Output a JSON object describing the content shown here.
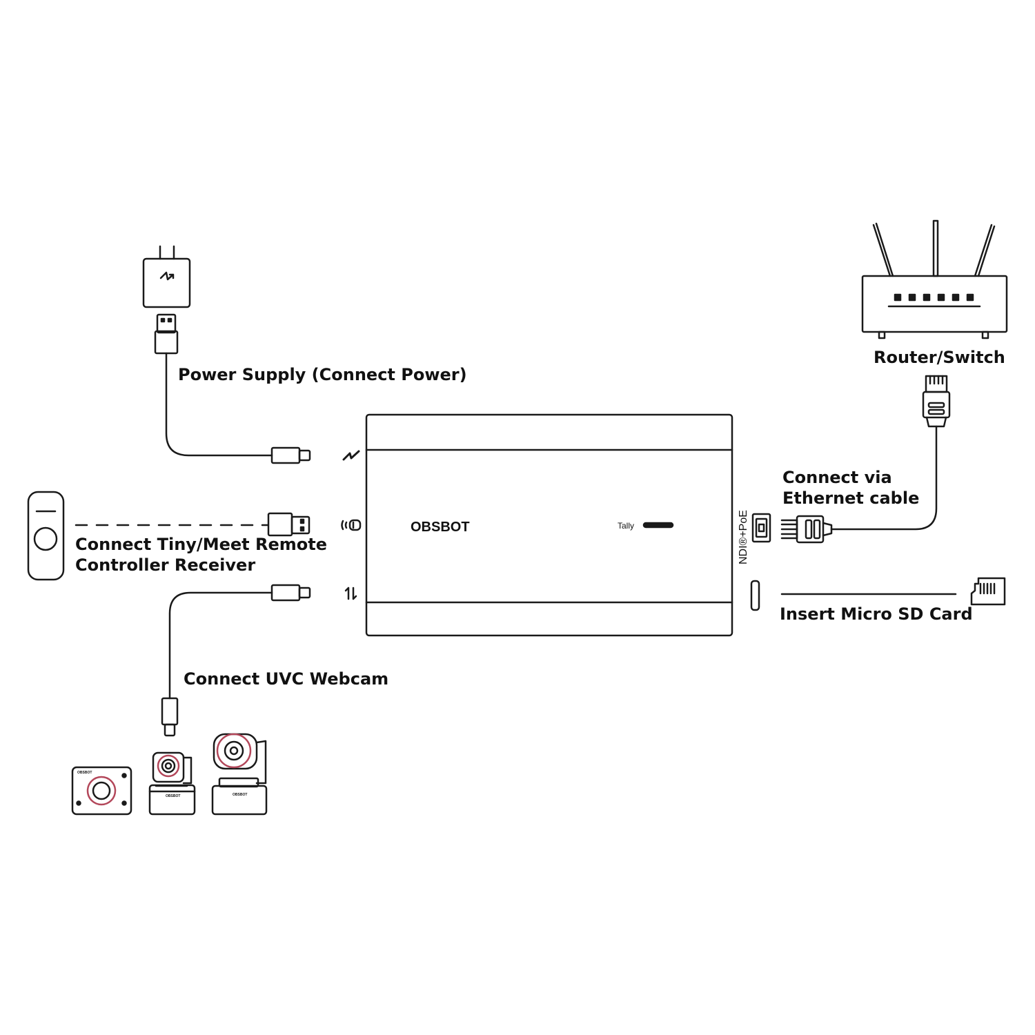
{
  "labels": {
    "power_supply": "Power Supply (Connect Power)",
    "remote_receiver_line1": "Connect Tiny/Meet Remote",
    "remote_receiver_line2": "Controller Receiver",
    "uvc_webcam": "Connect  UVC Webcam",
    "router_switch": "Router/Switch",
    "ethernet_line1": "Connect via",
    "ethernet_line2": "Ethernet cable",
    "micro_sd": "Insert Micro SD Card"
  },
  "device": {
    "brand": "OBSBOT",
    "tally_label": "Tally",
    "ndi_port_label": "NDI®+PoE"
  },
  "webcams": {
    "brand_label": "OBSBOT"
  },
  "colors": {
    "line": "#1a1a1a",
    "lens_accent": "#b3475a",
    "background": "#ffffff"
  },
  "icons": {
    "power_port": "lightning-icon",
    "remote_port": "wireless-receiver-icon",
    "usb_port": "data-transfer-icon",
    "charger": "lightning-icon"
  }
}
